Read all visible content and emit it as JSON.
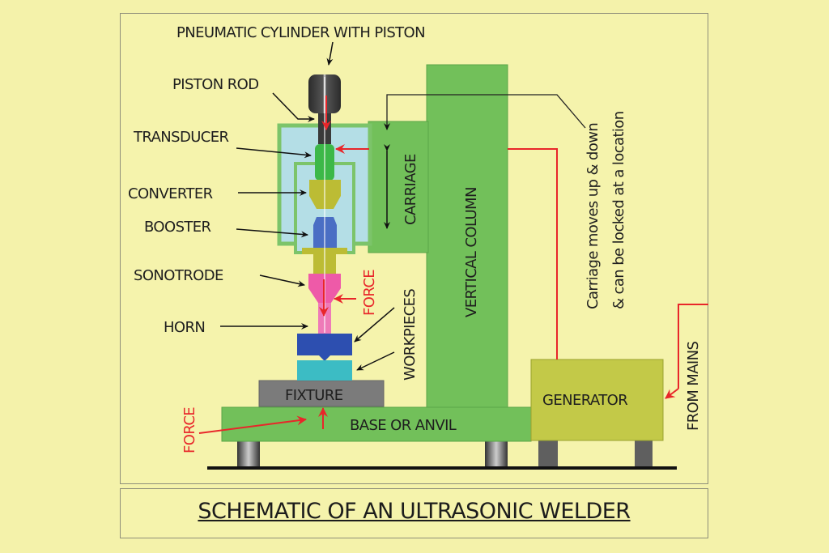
{
  "diagram": {
    "title": "SCHEMATIC OF AN ULTRASONIC WELDER",
    "labels": {
      "pneumatic_cylinder": "PNEUMATIC CYLINDER WITH PISTON",
      "piston_rod": "PISTON ROD",
      "transducer": "TRANSDUCER",
      "converter": "CONVERTER",
      "booster": "BOOSTER",
      "sonotrode": "SONOTRODE",
      "horn": "HORN",
      "workpieces": "WORKPIECES",
      "fixture": "FIXTURE",
      "base": "BASE OR ANVIL",
      "carriage": "CARRIAGE",
      "vertical_column": "VERTICAL COLUMN",
      "generator": "GENERATOR",
      "from_mains": "FROM MAINS",
      "force_top": "FORCE",
      "force_bottom": "FORCE",
      "carriage_note_line1": "Carriage moves up & down",
      "carriage_note_line2": "& can be locked at a location"
    },
    "colors": {
      "background": "#f4f2aa",
      "green": "#72c05a",
      "light_blue": "#b4dee6",
      "olive": "#bcbc34",
      "blue": "#4a6ec4",
      "pink": "#ee5aa8",
      "dark_blue": "#2d4fb0",
      "teal": "#3cbcc4",
      "gray": "#7b7b7b",
      "generator": "#c3c948",
      "force_red": "#e8262a"
    }
  }
}
